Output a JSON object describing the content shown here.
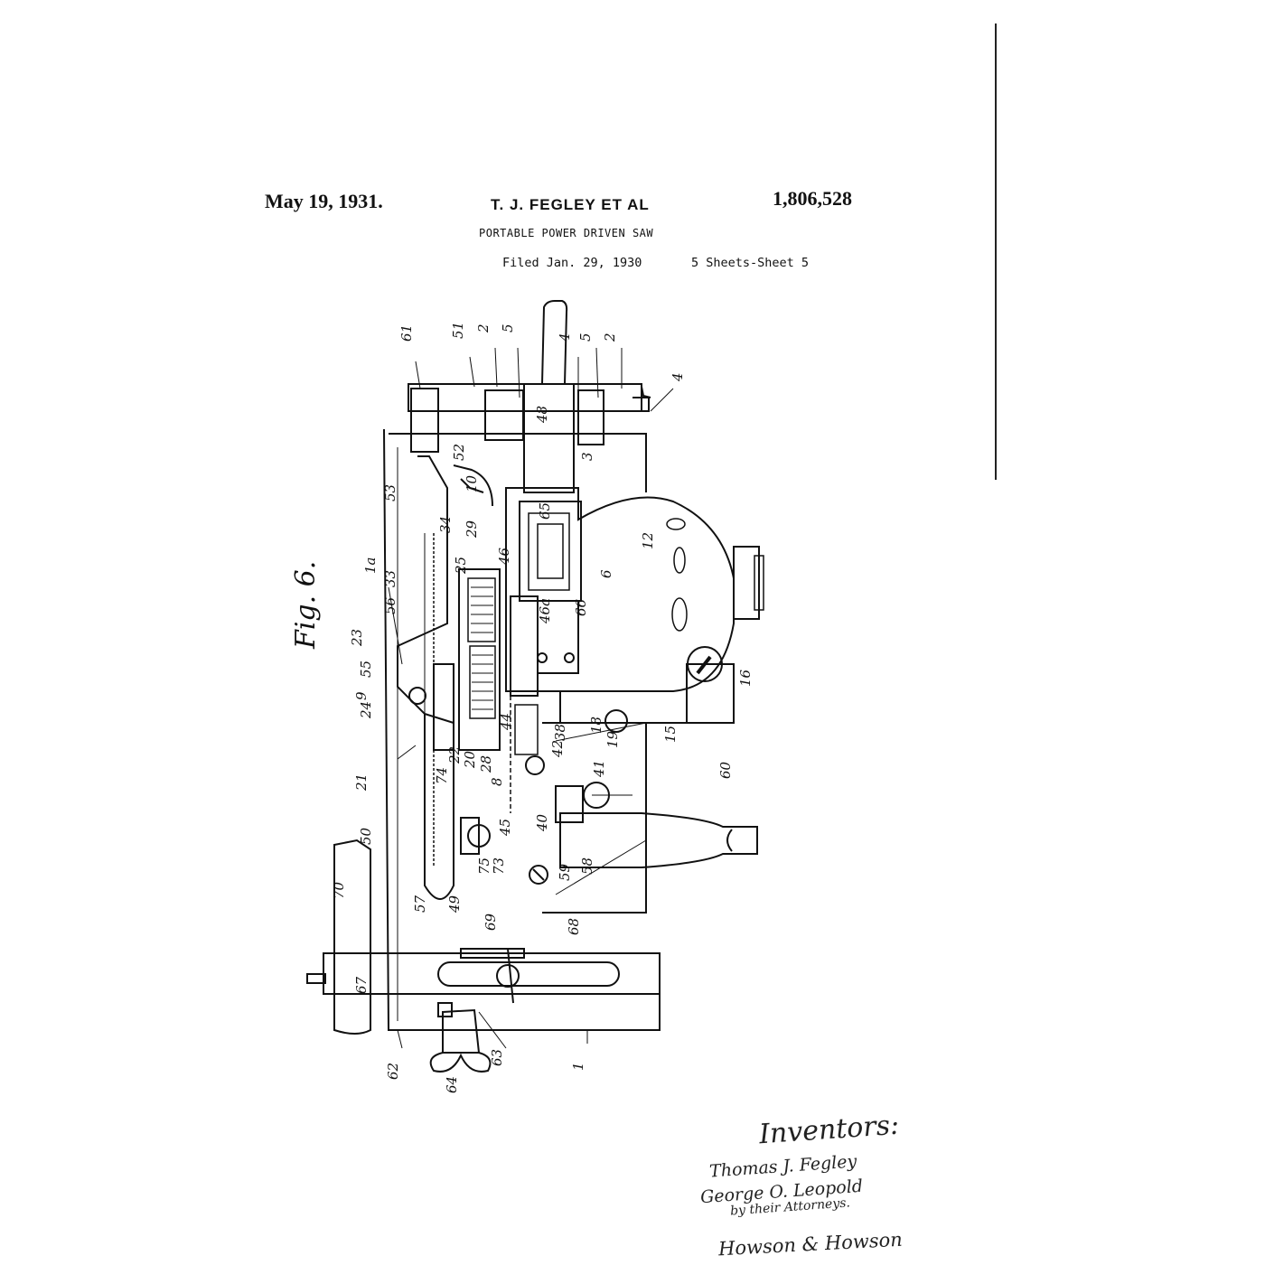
{
  "header": {
    "date": "May 19, 1931.",
    "author": "T. J. FEGLEY ET AL",
    "patent_number": "1,806,528",
    "title": "PORTABLE POWER DRIVEN SAW",
    "filed": "Filed Jan. 29, 1930",
    "sheets": "5 Sheets-Sheet 5"
  },
  "figure": {
    "label": "Fig. 6.",
    "ref_numerals": [
      "61",
      "51",
      "2",
      "5",
      "4",
      "5",
      "2",
      "4",
      "48",
      "3",
      "52",
      "53",
      "10",
      "29",
      "65",
      "12",
      "1a",
      "34",
      "46",
      "25",
      "33",
      "56",
      "6",
      "66",
      "46a",
      "23",
      "55",
      "9",
      "24",
      "44",
      "16",
      "38",
      "42",
      "18",
      "19",
      "15",
      "21",
      "74",
      "22",
      "20",
      "28",
      "8",
      "41",
      "60",
      "45",
      "40",
      "50",
      "75",
      "73",
      "59",
      "58",
      "70",
      "57",
      "49",
      "69",
      "68",
      "67",
      "62",
      "64",
      "63",
      "1"
    ]
  },
  "signature": {
    "heading": "Inventors:",
    "names": [
      "Thomas J. Fegley",
      "George O. Leopold"
    ],
    "by_line": "by their Attorneys.",
    "attorneys": "Howson & Howson"
  }
}
